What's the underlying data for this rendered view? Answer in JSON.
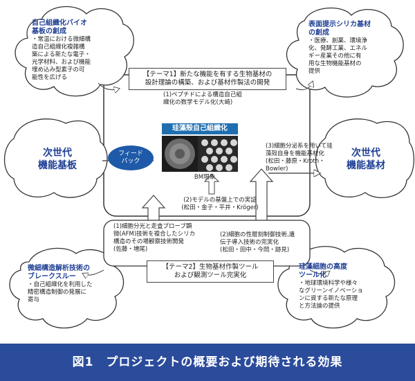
{
  "clouds": {
    "top_left": {
      "title": "自己組織化バイオ\n基板の創成",
      "body": "・常温における微細構\n造自己組織化複雑構\n築による新たな電子・\n光学材料、および機能\n埋め込み型素子の可\n能性を広げる"
    },
    "top_right": {
      "title": "表面提示シリカ基材\nの創成",
      "body": "・医療、創薬、環境浄\n化、発酵工業、エネル\nギー産業その他に有\n用な生物機能基材の\n提供"
    },
    "bottom_left": {
      "title": "微細構造解析技術の\nブレークスルー",
      "body": "・自己組織化を利用した\n精密構造制御の発展に\n寄与"
    },
    "bottom_right": {
      "title": "珪藻細胞の高度\nツール化",
      "body": "・地球環境科学や様々\nなグリーンイノベーショ\nンに資する新たな原理\nと方法論の提供"
    }
  },
  "side_labels": {
    "left": "次世代\n機能基板",
    "right": "次世代\n機能基材"
  },
  "theme1": "【テーマ1】新たな機能を有する生物基材の\n設計理論の構築、および基材作製法の開発",
  "theme2": "【テーマ2】生物基材作製ツール\nおよび観測ツール完実化",
  "steps": {
    "s1": "(1)ペプチドによる構造自己組\n織化の数学モデル化(大崎)",
    "s2": "(2)モデルの基盤上での実証\n(松田・金子・平井・Kröger)",
    "s3": "(3)細胞分泌系を用いて珪\n藻殻自身を機能基材化\n(松田・藤原・Kroth・Bowler)",
    "bottom1": "(1)細胞分光と走査プローブ顕\n微(AFM)技術を複合したシリカ\n構造のその場観察技術開発\n(佐藤・増尾)",
    "bottom2": "(2)細胞の性層刻制御技術,遺\n伝子導入技術の完実化\n(松田・田中・今岡・跡見)"
  },
  "feedback": "フィード\nバック",
  "center": {
    "title": "珪藻殻自己組織化",
    "caption": "BM現象"
  },
  "footer": "図1　プロジェクトの概要および期待される効果",
  "colors": {
    "accent_blue": "#1f3f95",
    "footer_bg": "#2b4b9b",
    "feedback_bg": "#1f5aa8"
  }
}
